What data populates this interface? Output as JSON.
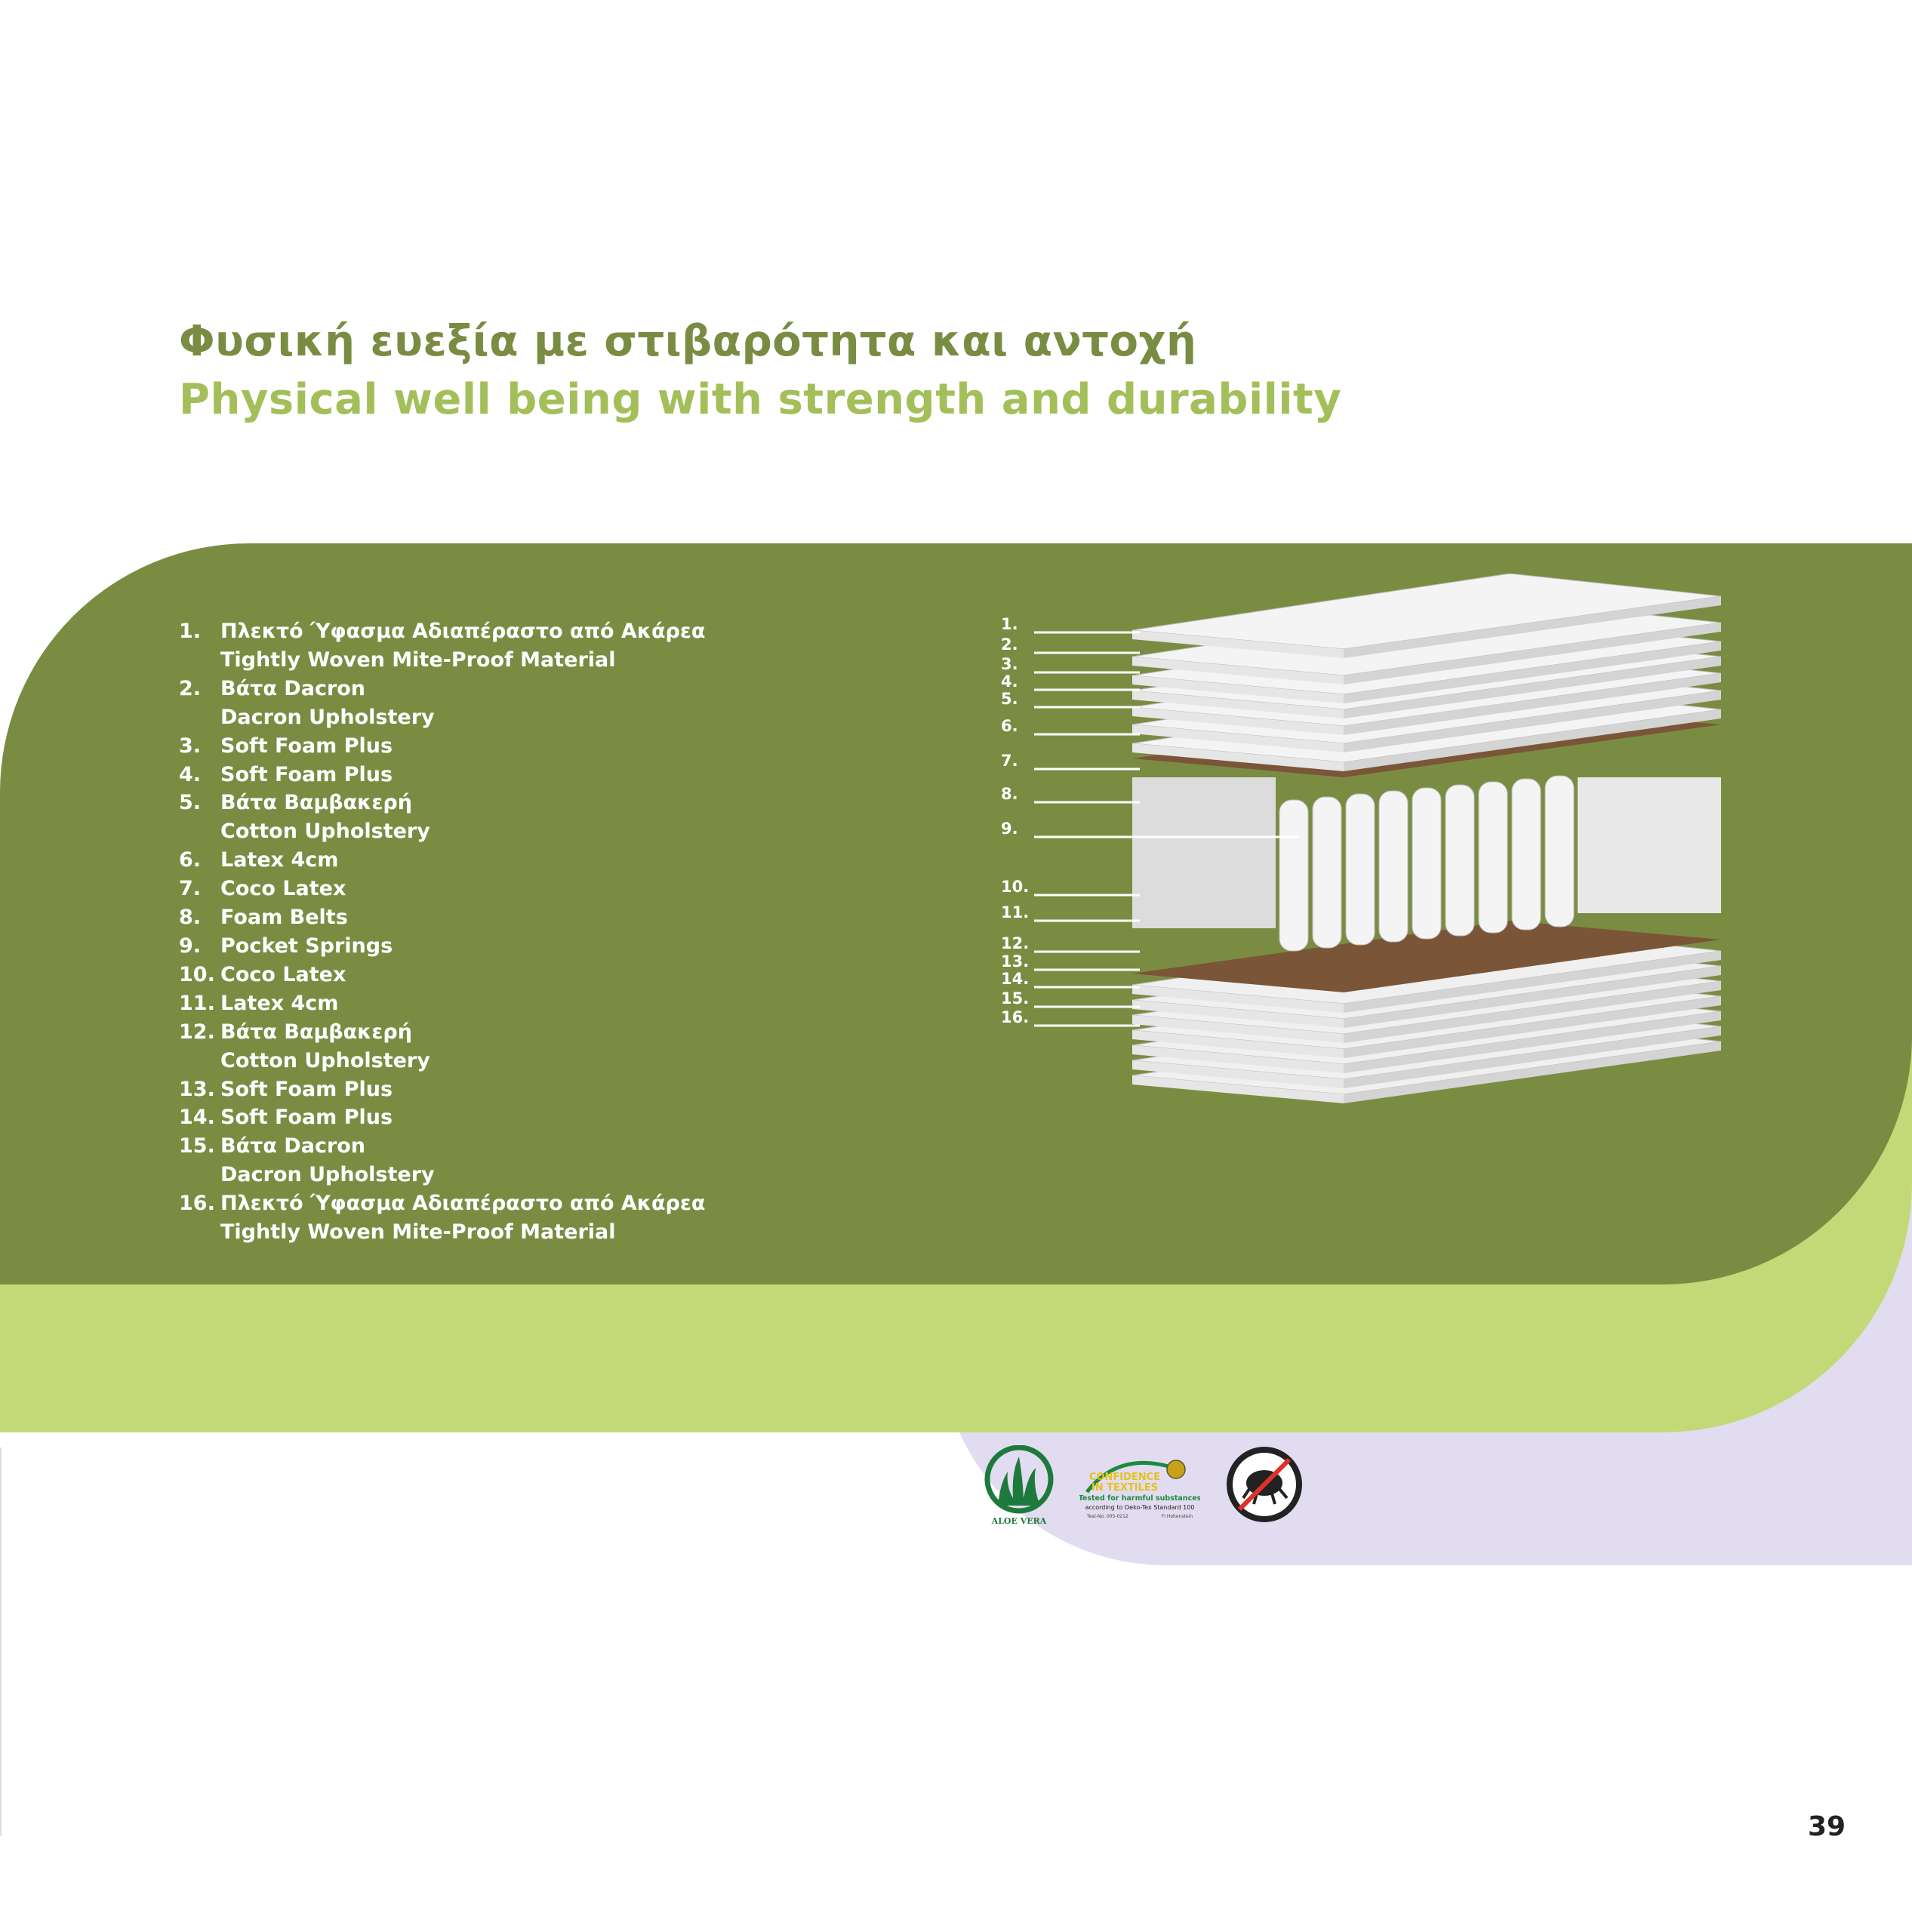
{
  "title_greek": "Φυσική ευεξία με στιβαρότητα και αντοχή",
  "title_english": "Physical well being with strength and durability",
  "colors": {
    "dark_green": "#7a8c42",
    "light_green": "#c3d977",
    "lavender": "#e1dcf0"
  },
  "layers": [
    {
      "n": "1.",
      "gr": "Πλεκτό Ύφασμα Αδιαπέραστο από Ακάρεα",
      "en": "Tightly Woven Mite-Proof Material"
    },
    {
      "n": "2.",
      "gr": "Βάτα Dacron",
      "en": "Dacron Upholstery"
    },
    {
      "n": "3.",
      "gr": "Soft Foam Plus",
      "en": null
    },
    {
      "n": "4.",
      "gr": "Soft Foam Plus",
      "en": null
    },
    {
      "n": "5.",
      "gr": "Βάτα Βαμβακερή",
      "en": "Cotton Upholstery"
    },
    {
      "n": "6.",
      "gr": "Latex 4cm",
      "en": null
    },
    {
      "n": "7.",
      "gr": "Coco Latex",
      "en": null
    },
    {
      "n": "8.",
      "gr": "Foam Belts",
      "en": null
    },
    {
      "n": "9.",
      "gr": "Pocket Springs",
      "en": null
    },
    {
      "n": "10.",
      "gr": "Coco Latex",
      "en": null
    },
    {
      "n": "11.",
      "gr": "Latex 4cm",
      "en": null
    },
    {
      "n": "12.",
      "gr": "Βάτα Βαμβακερή",
      "en": "Cotton Upholstery"
    },
    {
      "n": "13.",
      "gr": "Soft Foam Plus",
      "en": null
    },
    {
      "n": "14.",
      "gr": "Soft Foam Plus",
      "en": null
    },
    {
      "n": "15.",
      "gr": "Βάτα Dacron",
      "en": "Dacron Upholstery"
    },
    {
      "n": "16.",
      "gr": "Πλεκτό Ύφασμα Αδιαπέραστο από Ακάρεα",
      "en": "Tightly Woven Mite-Proof Material"
    }
  ],
  "logos": {
    "aloe": "ALOE VERA",
    "oeko_line1": "CONFIDENCE",
    "oeko_line2": "IN TEXTILES",
    "oeko_line3": "Tested for harmful substances",
    "oeko_line4": "according to Oeko-Tex Standard 100",
    "oeko_test": "Test-No. 005-0212",
    "oeko_inst": "FI Hohenstein"
  },
  "page_number": "39"
}
